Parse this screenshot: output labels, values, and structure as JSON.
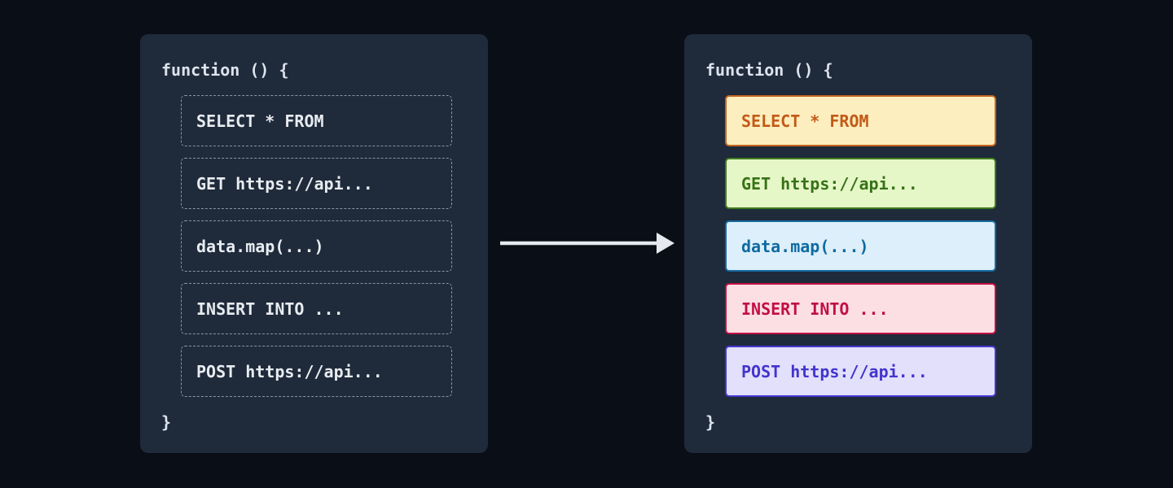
{
  "diagram": {
    "left_panel": {
      "header": "function () {",
      "footer": "}",
      "items": [
        {
          "label": "SELECT * FROM"
        },
        {
          "label": "GET https://api..."
        },
        {
          "label": "data.map(...)"
        },
        {
          "label": "INSERT INTO ..."
        },
        {
          "label": "POST https://api..."
        }
      ]
    },
    "right_panel": {
      "header": "function () {",
      "footer": "}",
      "items": [
        {
          "label": "SELECT * FROM",
          "bg": "#fceebe",
          "border": "#c4661f",
          "text_color": "#c25a18"
        },
        {
          "label": "GET https://api...",
          "bg": "#e6f7c7",
          "border": "#3f7d1e",
          "text_color": "#377217"
        },
        {
          "label": "data.map(...)",
          "bg": "#ddeffa",
          "border": "#156a9f",
          "text_color": "#0f6aa0"
        },
        {
          "label": "INSERT INTO ...",
          "bg": "#fcdfe2",
          "border": "#c10f46",
          "text_color": "#c10f46"
        },
        {
          "label": "POST https://api...",
          "bg": "#e2e0fa",
          "border": "#4537cf",
          "text_color": "#4334cd"
        }
      ]
    },
    "arrow": {
      "icon": "arrow-right-icon",
      "color": "#e5e8ee"
    },
    "colors": {
      "page_bg": "#0a0e17",
      "panel_bg": "#1f2a3a",
      "header_text": "#dce3ed",
      "left_item_text": "#e8ecf1",
      "left_item_border": "#8a94a4"
    }
  }
}
